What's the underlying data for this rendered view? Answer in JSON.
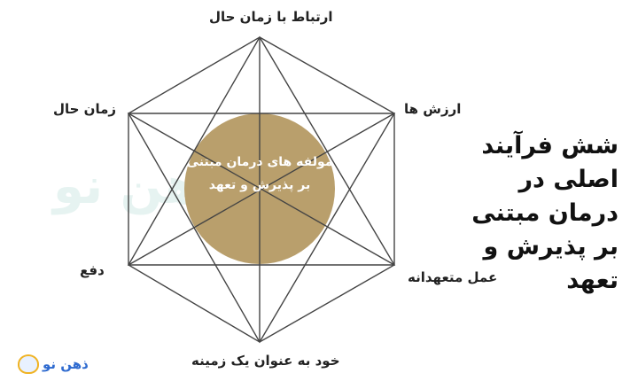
{
  "diagram": {
    "center_label": "مولفه های درمان مبتنی بر پذیرش و تعهد",
    "vertices": {
      "top": "ارتباط با زمان حال",
      "upper_right": "ارزش ها",
      "lower_right": "عمل متعهدانه",
      "bottom": "خود به عنوان یک زمینه",
      "lower_left": "دفع",
      "upper_left": "زمان حال"
    }
  },
  "title": "شش فرآیند اصلی در درمان مبتنی بر پذیرش و تعهد",
  "brand": {
    "watermark": "ذهن نو",
    "logo_text": "ذهن نو"
  },
  "colors": {
    "circle": "#b99f6c",
    "lines": "#444444",
    "logo_text": "#2f6bd0",
    "watermark": "#e6f3f1"
  }
}
